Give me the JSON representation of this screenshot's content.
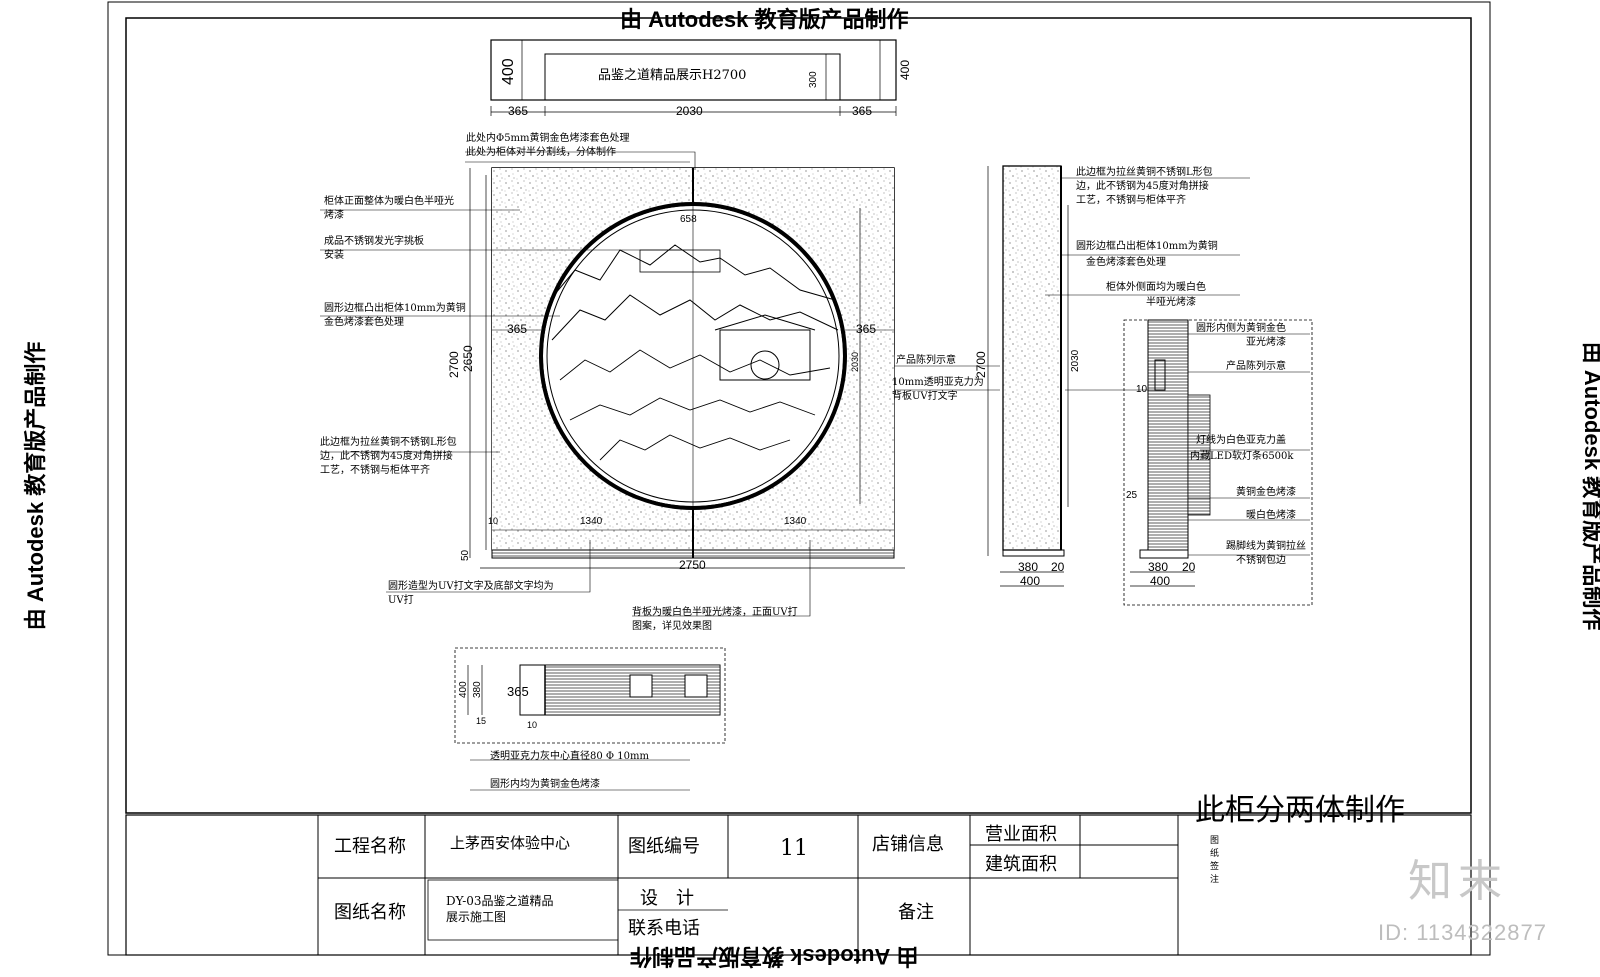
{
  "watermark": {
    "edu": "由 Autodesk 教育版产品制作"
  },
  "header": {
    "title": "品鉴之道精品展示H2700"
  },
  "dims": {
    "top_height_left": "400",
    "top_height_right": "400",
    "sign_height": "300",
    "top_side_left": "365",
    "top_center": "2030",
    "top_side_right": "365",
    "front_height_2700": "2700",
    "front_height_2650": "2650",
    "front_width_2750": "2750",
    "front_inner_2030": "2030",
    "circle_radius": "658",
    "front_side_left": "365",
    "front_side_right": "365",
    "front_bottom_1340_left": "1340",
    "front_bottom_1340_right": "1340",
    "base_50": "50",
    "base_10": "10",
    "side_height_2700": "2700",
    "side_height_2030": "2030",
    "side_base_380": "380",
    "side_base_20": "20",
    "side_base_400": "400",
    "detail_base_380": "380",
    "detail_base_20": "20",
    "detail_base_400": "400",
    "detail_25": "25",
    "detail_10": "10",
    "plan_400": "400",
    "plan_380": "380",
    "plan_365": "365",
    "plan_15": "15",
    "plan_10": "10"
  },
  "front_labels": {
    "l1": "此处内Φ5mm黄铜金色烤漆套色处理",
    "l2": "此处为柜体对半分割线，分体制作",
    "l3a": "柜体正面整体为暖白色半哑光",
    "l3b": "烤漆",
    "l4a": "成品不锈钢发光字挑板",
    "l4b": "安装",
    "l5a": "圆形边框凸出柜体10mm为黄铜",
    "l5b": "金色烤漆套色处理",
    "l6": "产品陈列示意",
    "l7a": "10mm透明亚克力为",
    "l7b": "背板UV打文字",
    "l8a": "此边框为拉丝黄铜不锈钢L形包",
    "l8b": "边，此不锈钢为45度对角拼接",
    "l8c": "工艺，不锈钢与柜体平齐",
    "l9a": "圆形造型为UV打文字及底部文字均为",
    "l9b": "UV打",
    "l10a": "背板为暖白色半哑光烤漆，正面UV打",
    "l10b": "图案，详见效果图"
  },
  "side_labels": {
    "s1a": "此边框为拉丝黄铜不锈钢L形包",
    "s1b": "边，此不锈钢为45度对角拼接",
    "s1c": "工艺，不锈钢与柜体平齐",
    "s2a": "圆形边框凸出柜体10mm为黄铜",
    "s2b": "金色烤漆套色处理",
    "s3a": "柜体外侧面均为暖白色",
    "s3b": "半哑光烤漆"
  },
  "detail_labels": {
    "d1a": "圆形内侧为黄铜金色",
    "d1b": "亚光烤漆",
    "d2": "产品陈列示意",
    "d3a": "灯线为白色亚克力盖",
    "d3b": "内藏LED软灯条6500k",
    "d4": "黄铜金色烤漆",
    "d5": "暖白色烤漆",
    "d6a": "踢脚线为黄铜拉丝",
    "d6b": "不锈钢包边"
  },
  "plan_labels": {
    "p1": "透明亚克力灰中心直径80 Φ 10mm",
    "p2": "圆形内均为黄铜金色烤漆"
  },
  "note": "此柜分两体制作",
  "title_block": {
    "project_label": "工程名称",
    "project_value": "上茅西安体验中心",
    "drawing_no_label": "图纸编号",
    "drawing_no_value": "11",
    "shop_info_label": "店铺信息",
    "business_area_label": "营业面积",
    "building_area_label": "建筑面积",
    "drawing_name_label": "图纸名称",
    "drawing_name_value_1": "DY-03品鉴之道精品",
    "drawing_name_value_2": "展示施工图",
    "design_label": "设　计",
    "contact_label": "联系电话",
    "remarks_label": "备注",
    "sign_text": "图纸签注"
  },
  "brand": {
    "logo": "知末",
    "id": "ID: 1134322877"
  }
}
